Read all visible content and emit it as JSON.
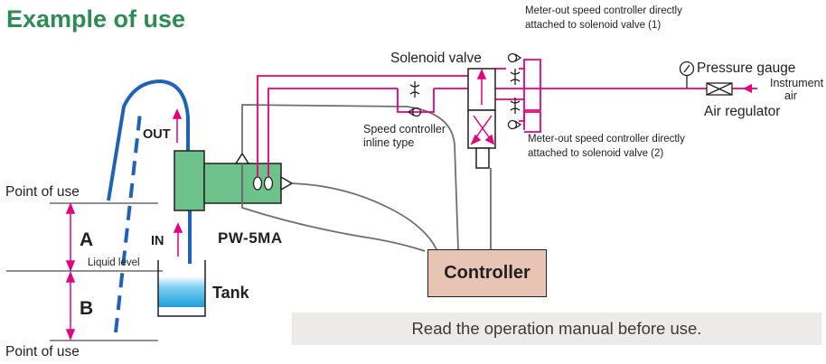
{
  "title": "Example of use",
  "labels": {
    "meter_out_1_line1": "Meter-out speed controller directly",
    "meter_out_1_line2": "attached to solenoid valve (1)",
    "meter_out_2_line1": "Meter-out speed controller directly",
    "meter_out_2_line2": "attached to solenoid valve (2)",
    "solenoid_valve": "Solenoid valve",
    "pressure_gauge": "Pressure gauge",
    "instrument_air_line1": "Instrument",
    "instrument_air_line2": "air",
    "air_regulator": "Air regulator",
    "speed_controller_line1": "Speed controller",
    "speed_controller_line2": "inline type",
    "out": "OUT",
    "in": "IN",
    "model": "PW-5MA",
    "point_of_use_top": "Point of use",
    "point_of_use_bottom": "Point of use",
    "zone_a": "A",
    "zone_b": "B",
    "liquid_level": "Liquid level",
    "tank": "Tank",
    "controller": "Controller"
  },
  "notice": "Read the operation manual before use.",
  "colors": {
    "title": "#2e8b57",
    "air_line": "#e4007f",
    "liquid_line": "#1f63b8",
    "pump_body": "#6cc28a",
    "controller_box": "#e8c4b4",
    "tank_liquid": "#29a8e0",
    "notice_bg": "#ecebea"
  }
}
